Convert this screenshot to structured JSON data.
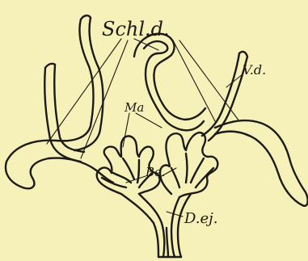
{
  "background_color": "#f6f1b9",
  "ink_color": "#1c1a14",
  "labels": {
    "schl_d": "Schl.d.",
    "v_d": "V.d.",
    "ma": "Ma",
    "be": "Be.",
    "d_ej": "D.ej."
  }
}
